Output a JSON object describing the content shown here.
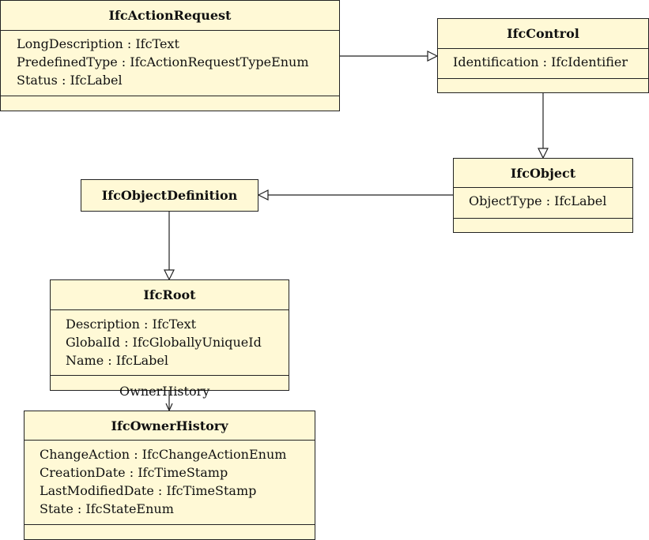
{
  "diagram": {
    "classes": {
      "action_request": {
        "name": "IfcActionRequest",
        "attributes": [
          "LongDescription : IfcText",
          "PredefinedType : IfcActionRequestTypeEnum",
          "Status : IfcLabel"
        ]
      },
      "control": {
        "name": "IfcControl",
        "attributes": [
          "Identification : IfcIdentifier"
        ]
      },
      "object": {
        "name": "IfcObject",
        "attributes": [
          "ObjectType : IfcLabel"
        ]
      },
      "object_definition": {
        "name": "IfcObjectDefinition"
      },
      "root": {
        "name": "IfcRoot",
        "attributes": [
          "Description : IfcText",
          "GlobalId : IfcGloballyUniqueId",
          "Name : IfcLabel"
        ]
      },
      "owner_history": {
        "name": "IfcOwnerHistory",
        "attributes": [
          "ChangeAction : IfcChangeActionEnum",
          "CreationDate : IfcTimeStamp",
          "LastModifiedDate : IfcTimeStamp",
          "State : IfcStateEnum"
        ]
      }
    },
    "edges": {
      "owner_history_label": "OwnerHistory"
    },
    "colors": {
      "class_fill": "#fff9d6",
      "stroke": "#222222"
    }
  }
}
